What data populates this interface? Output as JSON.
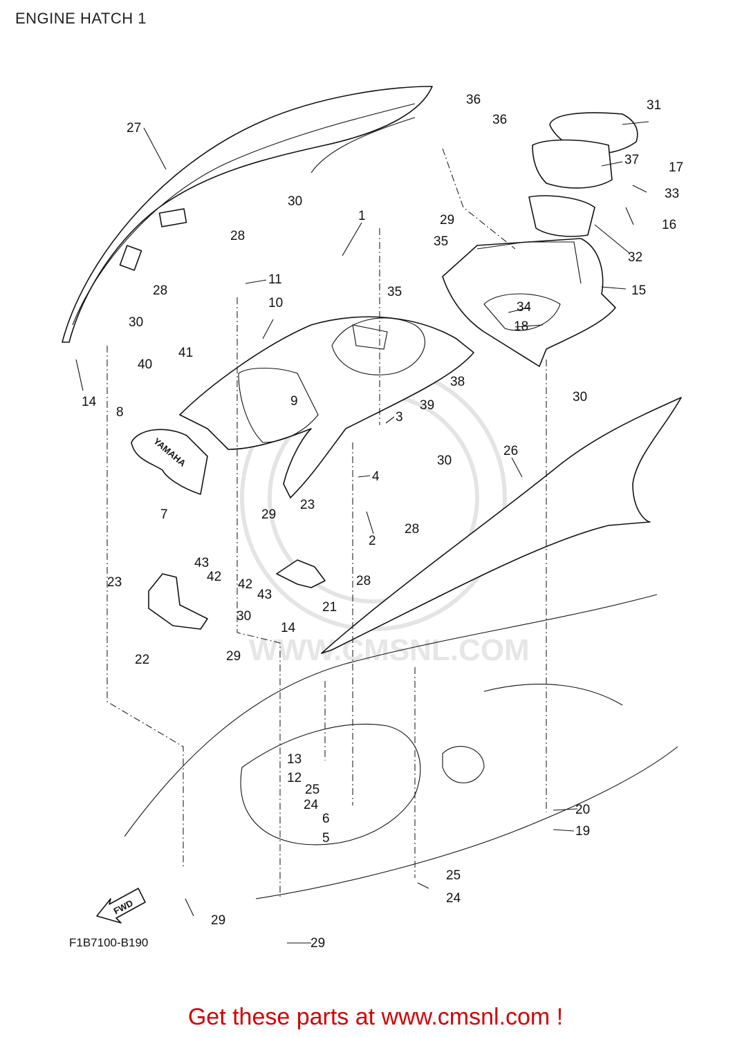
{
  "title": "ENGINE HATCH 1",
  "brand_label": "YAMAHA",
  "fwd_label": "FWD",
  "watermark_text": "WWW.CMSNL.COM",
  "reference_code": "F1B7100-B190",
  "call_to_action": "Get these parts at www.cmsnl.com !",
  "colors": {
    "cta": "#d40000",
    "line": "#111111",
    "watermark": "#e4e4e4"
  },
  "callouts": [
    {
      "label": "1"
    },
    {
      "label": "2"
    },
    {
      "label": "3"
    },
    {
      "label": "4"
    },
    {
      "label": "5"
    },
    {
      "label": "6"
    },
    {
      "label": "7"
    },
    {
      "label": "8"
    },
    {
      "label": "9"
    },
    {
      "label": "10"
    },
    {
      "label": "11"
    },
    {
      "label": "12"
    },
    {
      "label": "13"
    },
    {
      "label": "14"
    },
    {
      "label": "14"
    },
    {
      "label": "15"
    },
    {
      "label": "16"
    },
    {
      "label": "17"
    },
    {
      "label": "18"
    },
    {
      "label": "19"
    },
    {
      "label": "20"
    },
    {
      "label": "21"
    },
    {
      "label": "22"
    },
    {
      "label": "23"
    },
    {
      "label": "23"
    },
    {
      "label": "24"
    },
    {
      "label": "24"
    },
    {
      "label": "25"
    },
    {
      "label": "25"
    },
    {
      "label": "26"
    },
    {
      "label": "27"
    },
    {
      "label": "28"
    },
    {
      "label": "28"
    },
    {
      "label": "28"
    },
    {
      "label": "28"
    },
    {
      "label": "29"
    },
    {
      "label": "29"
    },
    {
      "label": "29"
    },
    {
      "label": "29"
    },
    {
      "label": "29"
    },
    {
      "label": "30"
    },
    {
      "label": "30"
    },
    {
      "label": "30"
    },
    {
      "label": "30"
    },
    {
      "label": "30"
    },
    {
      "label": "31"
    },
    {
      "label": "32"
    },
    {
      "label": "33"
    },
    {
      "label": "34"
    },
    {
      "label": "35"
    },
    {
      "label": "35"
    },
    {
      "label": "36"
    },
    {
      "label": "36"
    },
    {
      "label": "37"
    },
    {
      "label": "38"
    },
    {
      "label": "39"
    },
    {
      "label": "40"
    },
    {
      "label": "41"
    },
    {
      "label": "42"
    },
    {
      "label": "42"
    },
    {
      "label": "43"
    },
    {
      "label": "43"
    }
  ]
}
